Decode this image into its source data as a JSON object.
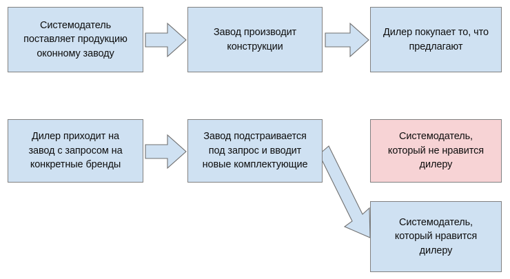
{
  "diagram": {
    "type": "flowchart",
    "title": "",
    "colors": {
      "box_blue_fill": "#cfe1f2",
      "box_pink_fill": "#f7d3d5",
      "box_border": "#808080",
      "arrow_fill": "#cfe1f2",
      "arrow_border": "#6f6f6f",
      "text": "#0d0d0d",
      "background": "#ffffff"
    },
    "nodes": [
      {
        "id": "node-supplier-delivers",
        "label": "Системодатель\nпоставляет продукцию\nоконному заводу",
        "color": "blue",
        "row": 1,
        "column": 1
      },
      {
        "id": "node-factory-produces",
        "label": "Завод производит\nконструкции",
        "color": "blue",
        "row": 1,
        "column": 2
      },
      {
        "id": "node-dealer-buys",
        "label": "Дилер покупает то, что\nпредлагают",
        "color": "blue",
        "row": 1,
        "column": 3
      },
      {
        "id": "node-dealer-request",
        "label": "Дилер приходит на\nзавод с запросом на\nконкретные бренды",
        "color": "blue",
        "row": 2,
        "column": 1
      },
      {
        "id": "node-factory-adapts",
        "label": "Завод подстраивается\nпод запрос и вводит\nновые комплектующие",
        "color": "blue",
        "row": 2,
        "column": 2
      },
      {
        "id": "node-supplier-disliked",
        "label": "Системодатель,\nкоторый не нравится\nдилеру",
        "color": "pink",
        "row": 2,
        "column": 3
      },
      {
        "id": "node-supplier-liked",
        "label": "Системодатель,\nкоторый нравится\nдилеру",
        "color": "blue",
        "row": 3,
        "column": 3
      }
    ],
    "arrows": [
      {
        "id": "arrow-supplier-to-factory",
        "from": "node-supplier-delivers",
        "to": "node-factory-produces",
        "direction": "right"
      },
      {
        "id": "arrow-factory-to-dealer",
        "from": "node-factory-produces",
        "to": "node-dealer-buys",
        "direction": "right"
      },
      {
        "id": "arrow-request-to-adapts",
        "from": "node-dealer-request",
        "to": "node-factory-adapts",
        "direction": "right"
      },
      {
        "id": "arrow-adapts-to-liked",
        "from": "node-factory-adapts",
        "to": "node-supplier-liked",
        "direction": "diagonal-down-right"
      }
    ]
  }
}
